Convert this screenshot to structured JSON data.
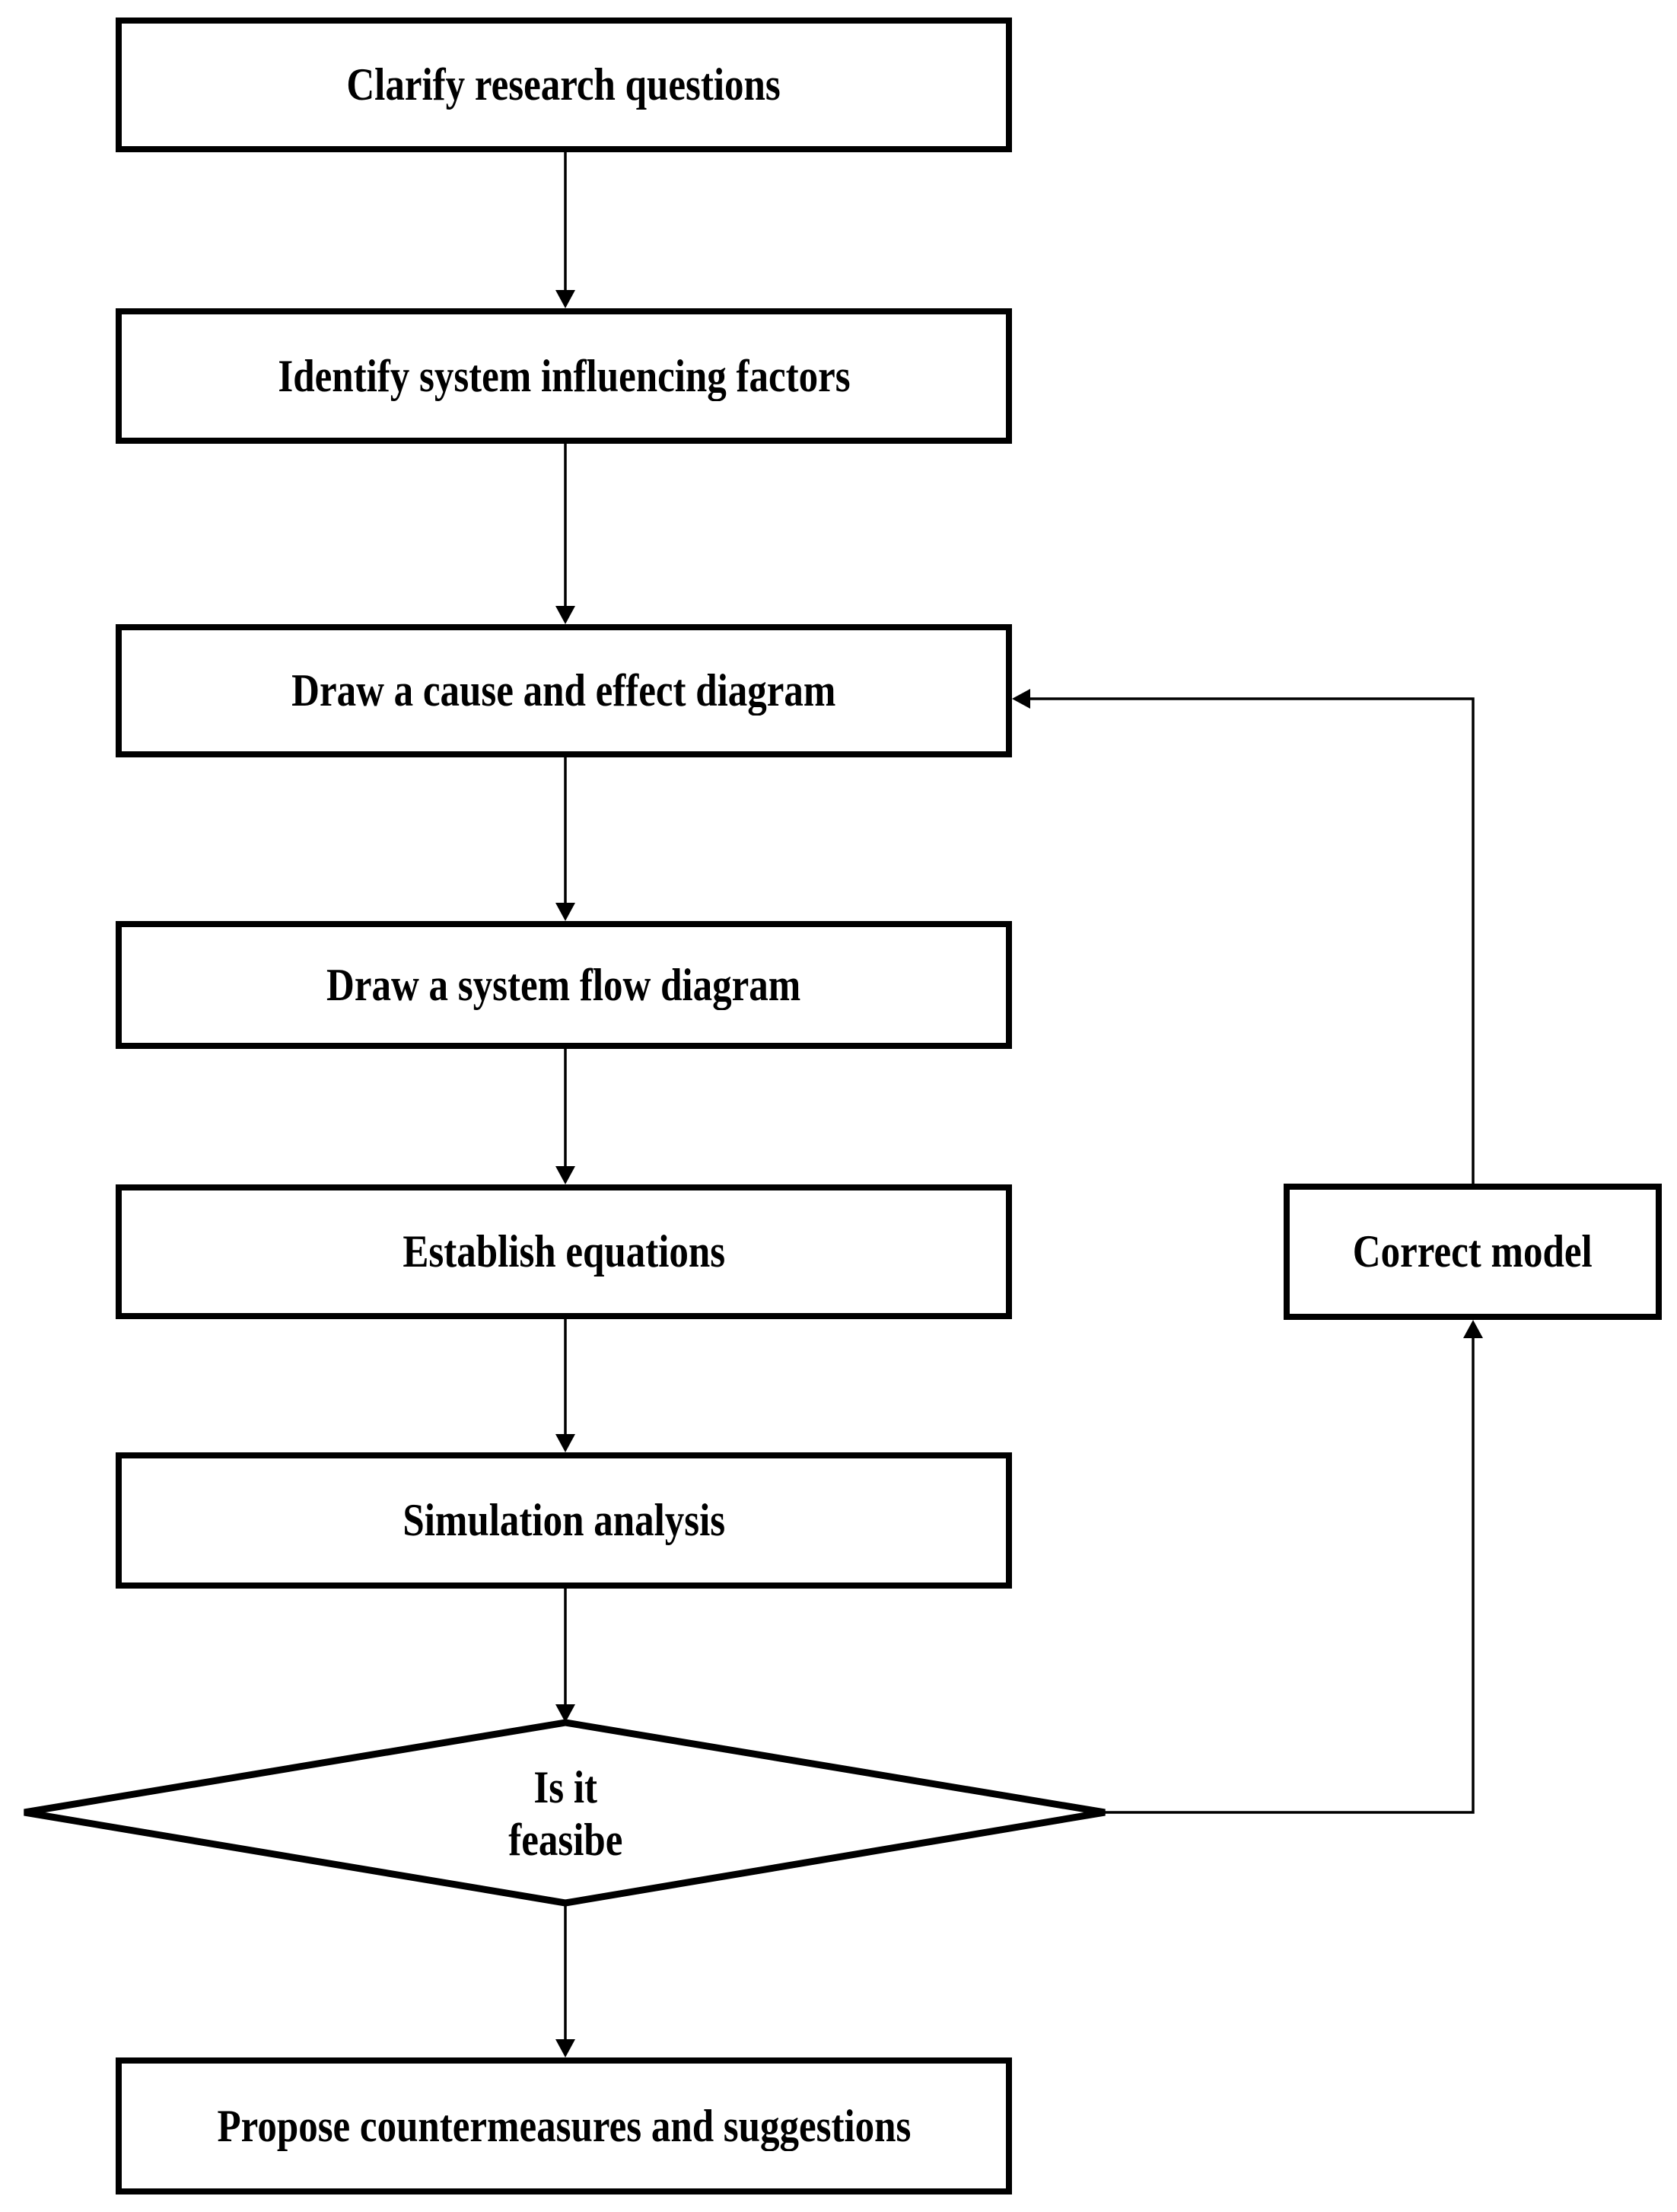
{
  "colors": {
    "ink": "#000000",
    "paper": "#ffffff"
  },
  "flowchart": {
    "nodes": {
      "clarify": {
        "type": "process",
        "label": "Clarify research questions"
      },
      "identify": {
        "type": "process",
        "label": "Identify system influencing factors"
      },
      "cause_effect": {
        "type": "process",
        "label": "Draw a cause and effect diagram"
      },
      "system_flow": {
        "type": "process",
        "label": "Draw a system flow diagram"
      },
      "equations": {
        "type": "process",
        "label": "Establish equations"
      },
      "simulation": {
        "type": "process",
        "label": "Simulation analysis"
      },
      "feasibility": {
        "type": "decision",
        "label_line1": "Is it",
        "label_line2": "feasibe"
      },
      "propose": {
        "type": "process",
        "label": "Propose countermeasures and suggestions"
      },
      "correct_model": {
        "type": "process",
        "label": "Correct model"
      }
    },
    "edges": [
      {
        "from": "clarify",
        "to": "identify"
      },
      {
        "from": "identify",
        "to": "cause_effect"
      },
      {
        "from": "cause_effect",
        "to": "system_flow"
      },
      {
        "from": "system_flow",
        "to": "equations"
      },
      {
        "from": "equations",
        "to": "simulation"
      },
      {
        "from": "simulation",
        "to": "feasibility"
      },
      {
        "from": "feasibility",
        "to": "propose"
      },
      {
        "from": "feasibility",
        "to": "correct_model"
      },
      {
        "from": "correct_model",
        "to": "cause_effect"
      }
    ]
  }
}
